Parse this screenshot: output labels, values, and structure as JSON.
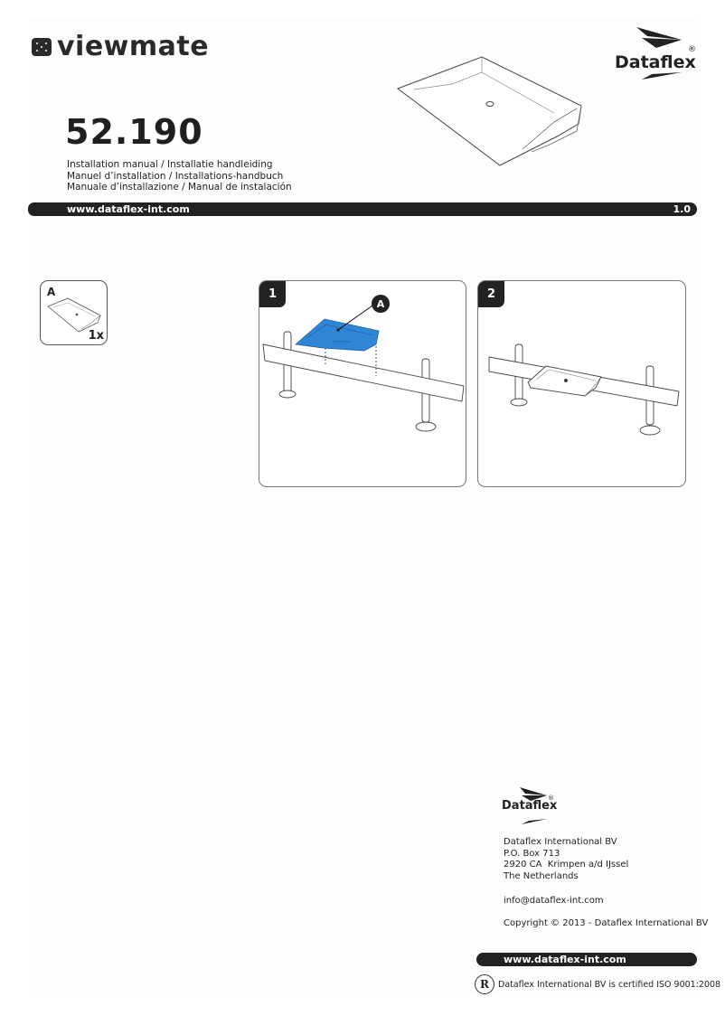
{
  "brand": {
    "product_line": "viewmate",
    "company_logo_text": "Dataflex",
    "registered_mark": "®"
  },
  "header": {
    "model_number": "52.190",
    "subtitles": [
      "Installation manual / Installatie handleiding",
      "Manuel d’installation / Installations-handbuch",
      "Manuale d’installazione / Manual de instalación"
    ],
    "website": "www.dataflex-int.com",
    "version": "1.0"
  },
  "parts": [
    {
      "letter": "A",
      "quantity": "1x",
      "description": "tray"
    }
  ],
  "steps": [
    {
      "number": "1",
      "callout": "A",
      "highlight_color": "#2f86d6"
    },
    {
      "number": "2"
    }
  ],
  "footer": {
    "logo_text": "Dataflex",
    "address_lines": [
      "Dataflex International BV",
      "P.O. Box 713",
      "2920 CA  Krimpen a/d IJssel",
      "The Netherlands"
    ],
    "email": "info@dataflex-int.com",
    "copyright": "Copyright © 2013 - Dataflex International BV",
    "website": "www.dataflex-int.com",
    "iso_seal": "R",
    "iso_statement": "Dataflex International BV is certified ISO 9001:2008"
  },
  "colors": {
    "bar": "#222222",
    "accent_blue": "#2f86d6",
    "text": "#1e1e1e"
  }
}
